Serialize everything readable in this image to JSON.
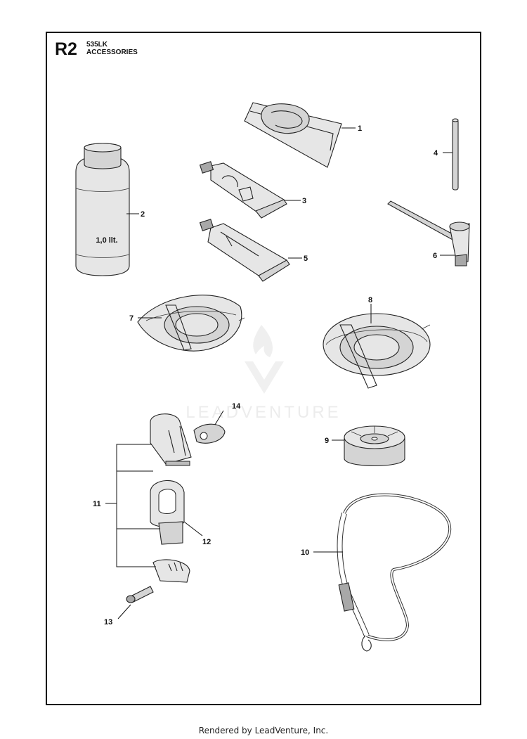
{
  "header": {
    "code": "R2",
    "model": "535LK",
    "title": "ACCESSORIES"
  },
  "bottle_label": "1,0 llt.",
  "watermark": {
    "text": "LEADVENTURE",
    "color": "#d9d9d9"
  },
  "callouts": [
    "1",
    "2",
    "3",
    "4",
    "5",
    "6",
    "7",
    "8",
    "9",
    "10",
    "11",
    "12",
    "13",
    "14"
  ],
  "footer": "Rendered by LeadVenture, Inc."
}
